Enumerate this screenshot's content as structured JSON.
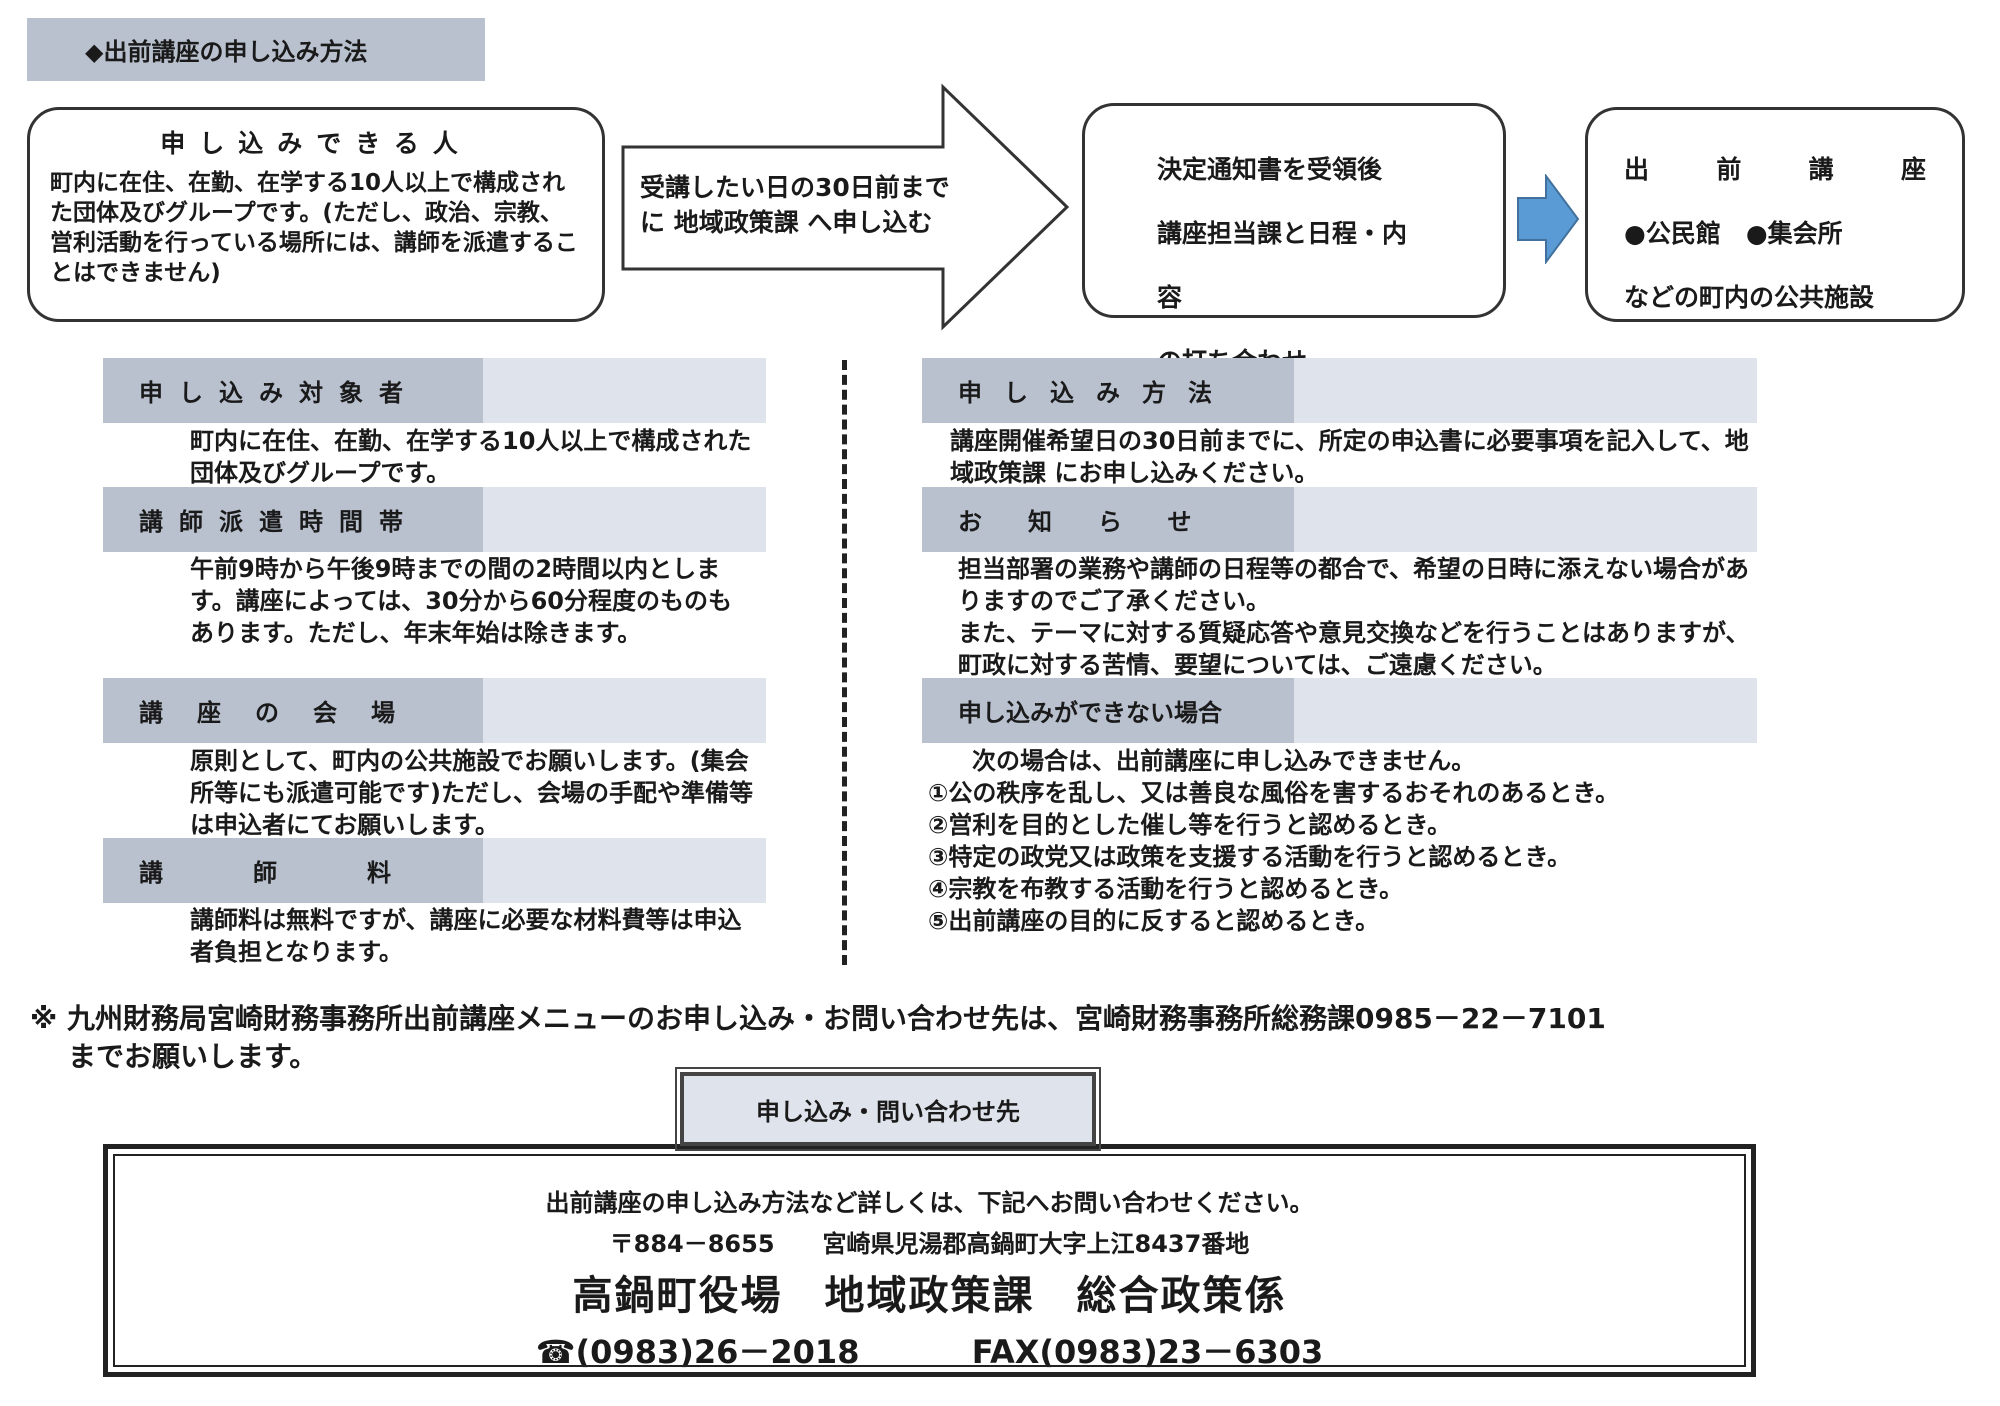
{
  "title": "◆出前講座の申し込み方法",
  "flow": {
    "who_heading": "申し込みできる人",
    "who_body": "町内に在住、在勤、在学する10人以上で構成された団体及びグループです。(ただし、政治、宗教、営利活動を行っている場所には、講師を派遣することはできません)",
    "arrow_line1": "受講したい日の30日前まで",
    "arrow_line2": "に 地域政策課 へ申し込む",
    "decision_line1": "決定通知書を受領後",
    "decision_line2": "講座担当課と日程・内容",
    "decision_line3": "の打ち合わせ",
    "venue_title_chars": [
      "出",
      "前",
      "講",
      "座"
    ],
    "venue_line2": "●公民館　●集会所",
    "venue_line3": "などの町内の公共施設"
  },
  "left_sections": [
    {
      "header": "申し込み対象者",
      "text": "町内に在住、在勤、在学する10人以上で構成された団体及びグループです。"
    },
    {
      "header": "講師派遣時間帯",
      "text": "午前9時から午後9時までの間の2時間以内とします。講座によっては、30分から60分程度のものもあります。ただし、年末年始は除きます。"
    },
    {
      "header": "講座の会場",
      "text": "原則として、町内の公共施設でお願いします。(集会所等にも派遣可能です)ただし、会場の手配や準備等は申込者にてお願いします。"
    },
    {
      "header": "講師料",
      "text": "講師料は無料ですが、講座に必要な材料費等は申込者負担となります。"
    }
  ],
  "right_sections": [
    {
      "header": "申し込み方法",
      "text": "講座開催希望日の30日前までに、所定の申込書に必要事項を記入して、地域政策課 にお申し込みください。"
    },
    {
      "header": "お知らせ",
      "text": "担当部署の業務や講師の日程等の都合で、希望の日時に添えない場合がありますのでご了承ください。\nまた、テーマに対する質疑応答や意見交換などを行うことはありますが、町政に対する苦情、要望については、ご遠慮ください。"
    },
    {
      "header": "申し込みができない場合",
      "text": "次の場合は、出前講座に申し込みできません。",
      "items": [
        "①公の秩序を乱し、又は善良な風俗を害するおそれのあるとき。",
        "②営利を目的とした催し等を行うと認めるとき。",
        "③特定の政党又は政策を支援する活動を行うと認めるとき。",
        "④宗教を布教する活動を行うと認めるとき。",
        "⑤出前講座の目的に反すると認めるとき。"
      ]
    }
  ],
  "note": "※ 九州財務局宮崎財務事務所出前講座メニューのお申し込み・お問い合わせ先は、宮崎財務事務所総務課0985－22－7101",
  "note_cont": "までお願いします。",
  "contact": {
    "tab": "申し込み・問い合わせ先",
    "line1": "出前講座の申し込み方法など詳しくは、下記へお問い合わせください。",
    "line2": "〒884－8655　　宮崎県児湯郡高鍋町大字上江8437番地",
    "line3": "高鍋町役場　地域政策課　総合政策係",
    "tel": "☎(0983)26－2018",
    "fax": "FAX(0983)23－6303"
  },
  "colors": {
    "header_dark": "#b9c1cf",
    "header_light": "#dfe3eb",
    "blue_arrow": "#5b9bd5"
  }
}
